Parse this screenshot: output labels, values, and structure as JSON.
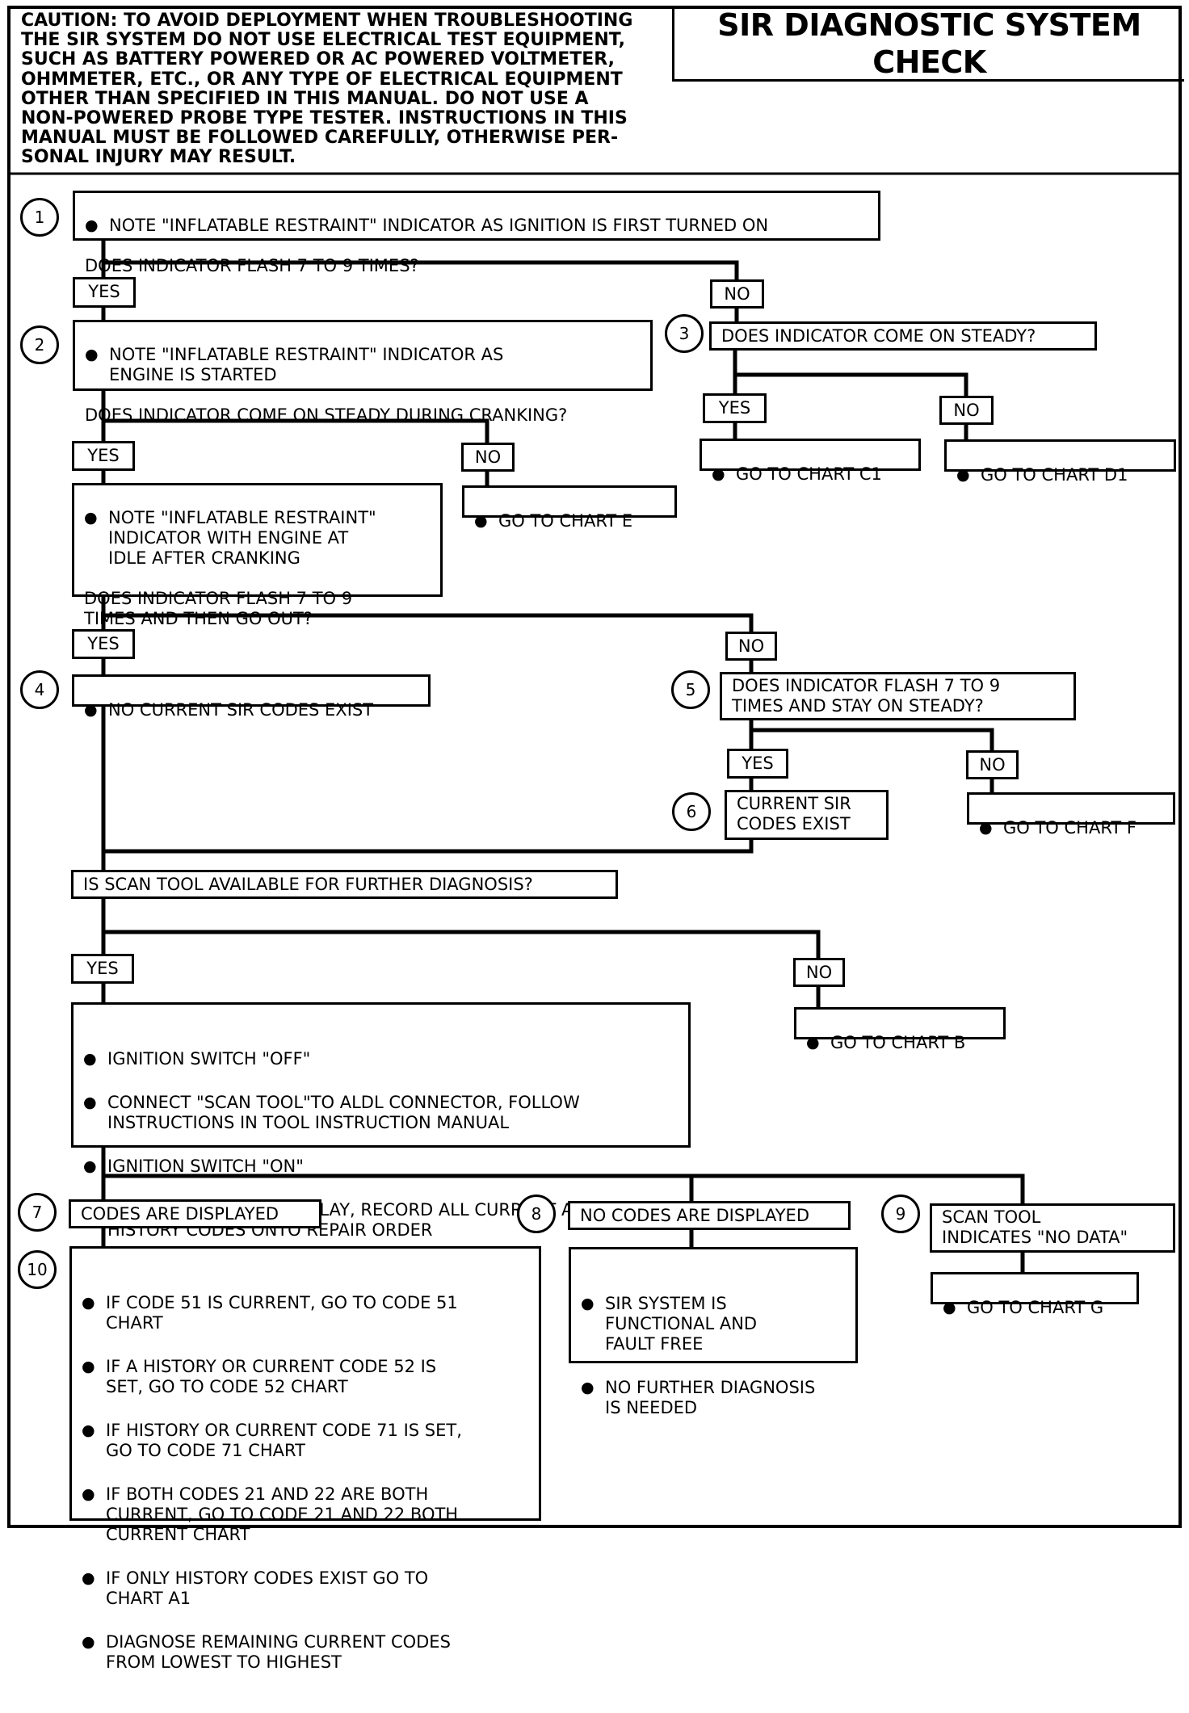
{
  "caution": "CAUTION: TO AVOID DEPLOYMENT WHEN TROUBLESHOOTING\nTHE SIR SYSTEM DO NOT USE ELECTRICAL TEST EQUIPMENT,\nSUCH AS BATTERY POWERED OR AC POWERED VOLTMETER,\nOHMMETER, ETC., OR ANY TYPE OF ELECTRICAL EQUIPMENT\nOTHER THAN SPECIFIED IN THIS MANUAL. DO NOT USE A\nNON-POWERED PROBE TYPE TESTER. INSTRUCTIONS IN THIS\nMANUAL MUST BE FOLLOWED CAREFULLY, OTHERWISE PER-\nSONAL INJURY MAY RESULT.",
  "title": "SIR DIAGNOSTIC SYSTEM\nCHECK",
  "steps": {
    "s1": "1",
    "s2": "2",
    "s3": "3",
    "s4": "4",
    "s5": "5",
    "s6": "6",
    "s7": "7",
    "s8": "8",
    "s9": "9",
    "s10": "10"
  },
  "labels": {
    "yes": "YES",
    "no": "NO"
  },
  "box1": {
    "bullet": "NOTE \"INFLATABLE RESTRAINT\" INDICATOR AS IGNITION IS FIRST TURNED ON",
    "question": "DOES INDICATOR FLASH 7 TO 9 TIMES?"
  },
  "box2": {
    "bullet": "NOTE \"INFLATABLE RESTRAINT\" INDICATOR AS\nENGINE IS STARTED",
    "question": "DOES INDICATOR COME ON STEADY DURING CRANKING?"
  },
  "box3": {
    "question": "DOES INDICATOR COME ON STEADY?"
  },
  "chart_c1": "GO TO CHART C1",
  "chart_d1": "GO TO CHART D1",
  "chart_e": "GO TO CHART E",
  "box_idle": {
    "bullet": "NOTE \"INFLATABLE RESTRAINT\"\nINDICATOR WITH ENGINE AT\nIDLE AFTER CRANKING",
    "question": "DOES INDICATOR FLASH 7 TO 9\nTIMES AND THEN GO OUT?"
  },
  "box4": "NO CURRENT SIR CODES EXIST",
  "box5": "DOES INDICATOR FLASH 7 TO 9\nTIMES AND STAY ON STEADY?",
  "box6": "CURRENT SIR\nCODES EXIST",
  "chart_f": "GO TO CHART F",
  "scan_q": "IS SCAN TOOL AVAILABLE FOR FURTHER DIAGNOSIS?",
  "chart_b": "GO TO CHART B",
  "scan_steps": [
    "IGNITION SWITCH \"OFF\"",
    "CONNECT \"SCAN TOOL\"TO ALDL CONNECTOR, FOLLOW\nINSTRUCTIONS IN TOOL INSTRUCTION MANUAL",
    "IGNITION SWITCH \"ON\"",
    "REQUEST SIR CODE DISPLAY, RECORD ALL CURRENT AND\nHISTORY CODES ONTO REPAIR ORDER"
  ],
  "box7": "CODES ARE DISPLAYED",
  "box8": "NO CODES ARE DISPLAYED",
  "box9": "SCAN TOOL\nINDICATES \"NO DATA\"",
  "chart_g": "GO TO CHART G",
  "box10": [
    "IF CODE 51 IS CURRENT, GO TO CODE 51\nCHART",
    "IF A HISTORY OR CURRENT CODE 52 IS\nSET, GO TO CODE 52 CHART",
    "IF HISTORY OR CURRENT CODE 71 IS SET,\nGO TO CODE 71 CHART",
    "IF BOTH CODES 21 AND 22 ARE BOTH\nCURRENT, GO TO CODE 21 AND 22 BOTH\nCURRENT CHART",
    "IF ONLY HISTORY CODES EXIST GO TO\nCHART A1",
    "DIAGNOSE REMAINING CURRENT CODES\nFROM LOWEST TO HIGHEST"
  ],
  "box8_result": [
    "SIR SYSTEM IS\nFUNCTIONAL AND\nFAULT FREE",
    "NO FURTHER DIAGNOSIS\nIS NEEDED"
  ]
}
